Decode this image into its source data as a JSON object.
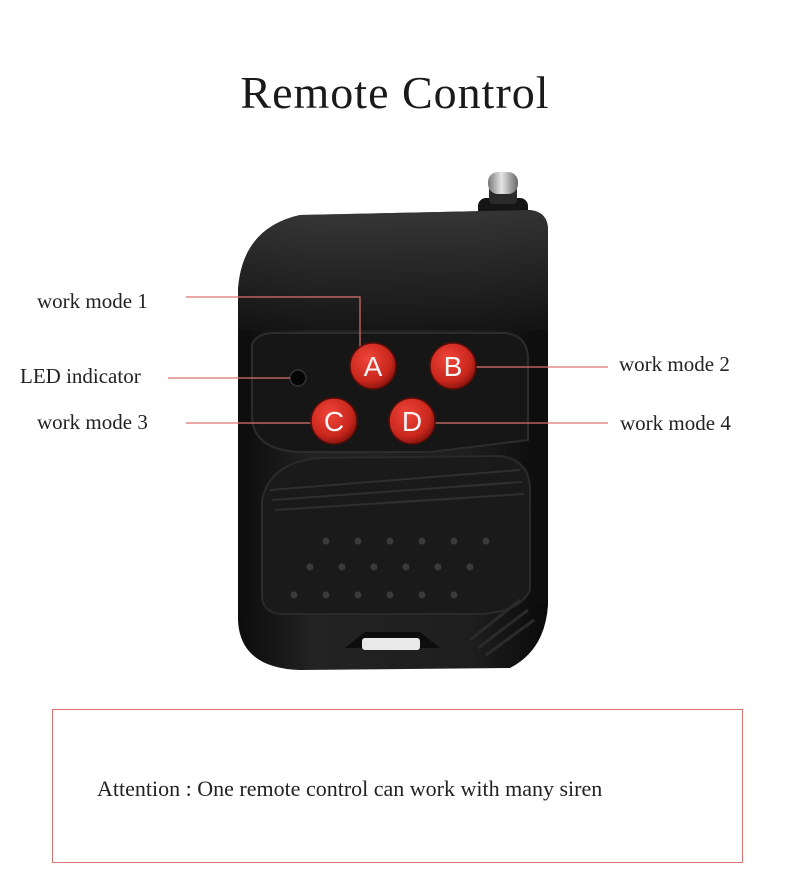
{
  "title": "Remote Control",
  "labels": {
    "mode1": "work mode 1",
    "led": "LED indicator",
    "mode3": "work mode 3",
    "mode2": "work mode 2",
    "mode4": "work mode 4"
  },
  "buttons": {
    "a": "A",
    "b": "B",
    "c": "C",
    "d": "D"
  },
  "notice": "Attention : One remote control can work with many siren",
  "colors": {
    "leader": "#d9736f",
    "button": "#c8261c",
    "body": "#1b1b1b",
    "border": "#d9736f"
  }
}
